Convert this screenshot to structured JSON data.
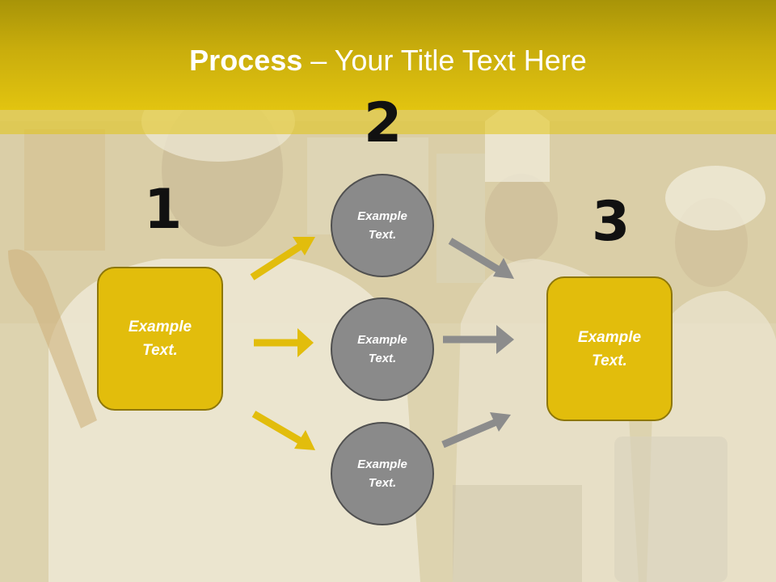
{
  "slide": {
    "title_bold": "Process",
    "title_rest": " – Your Title Text Here"
  },
  "steps": {
    "n1": "1",
    "n2": "2",
    "n3": "3"
  },
  "nodes": {
    "left_box": "Example Text.",
    "circle_top": "Example Text.",
    "circle_mid": "Example Text.",
    "circle_bottom": "Example Text.",
    "right_box": "Example Text."
  },
  "colors": {
    "accent_yellow": "#e2bd0c",
    "arrow_gray": "#8c8c8c",
    "circle_gray": "#8a8a8a"
  }
}
